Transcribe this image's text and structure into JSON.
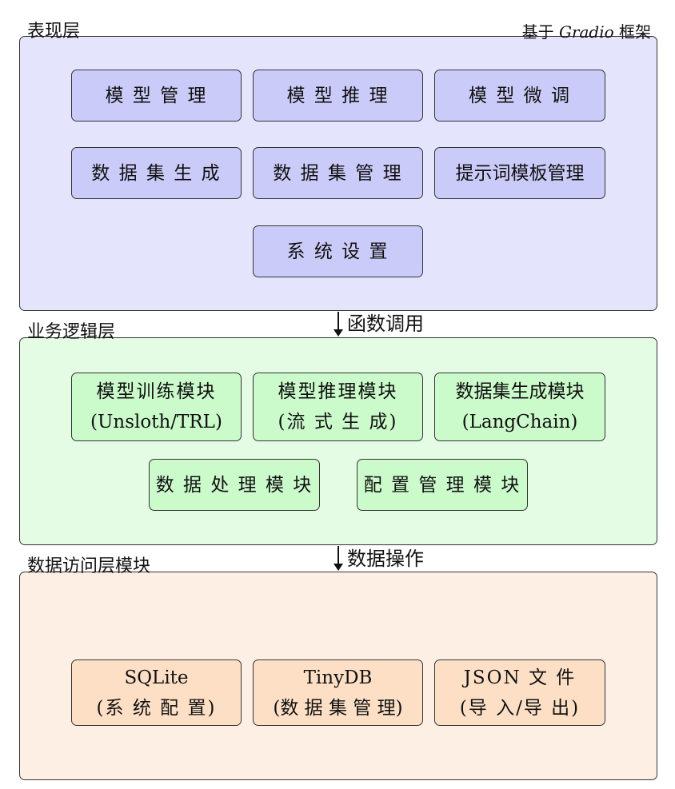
{
  "presentation": {
    "title": "表现层",
    "note_prefix": "基于",
    "note_framework": "Gradio",
    "note_suffix": "框架",
    "boxes": [
      "模 型 管 理",
      "模 型 推 理",
      "模 型 微 调",
      "数 据 集 生 成",
      "数 据 集 管 理",
      "提示词模板管理",
      "系 统 设 置"
    ]
  },
  "arrow_1": {
    "label": "函数调用"
  },
  "business": {
    "title": "业务逻辑层",
    "boxes": [
      {
        "line1": "模型训练模块",
        "line2": "(Unsloth/TRL)"
      },
      {
        "line1": "模型推理模块",
        "line2": "(流 式 生 成)"
      },
      {
        "line1": "数据集生成模块",
        "line2": "(LangChain)"
      },
      {
        "line1": "数 据 处 理 模 块"
      },
      {
        "line1": "配 置 管 理 模 块"
      }
    ]
  },
  "arrow_2": {
    "label": "数据操作"
  },
  "data_access": {
    "title": "数据访问层模块",
    "boxes": [
      {
        "line1": "SQLite",
        "line2": "(系 统 配 置)"
      },
      {
        "line1": "TinyDB",
        "line2": "(数 据 集 管 理)"
      },
      {
        "line1": "JSON 文 件",
        "line2": "(导 入/导 出)"
      }
    ]
  },
  "colors": {
    "presentation_bg": "#e5e4fd",
    "presentation_box": "#cbcbfa",
    "business_bg": "#e3fce3",
    "business_box": "#cbfacb",
    "data_bg": "#fdefe3",
    "data_box": "#fddfc6"
  }
}
